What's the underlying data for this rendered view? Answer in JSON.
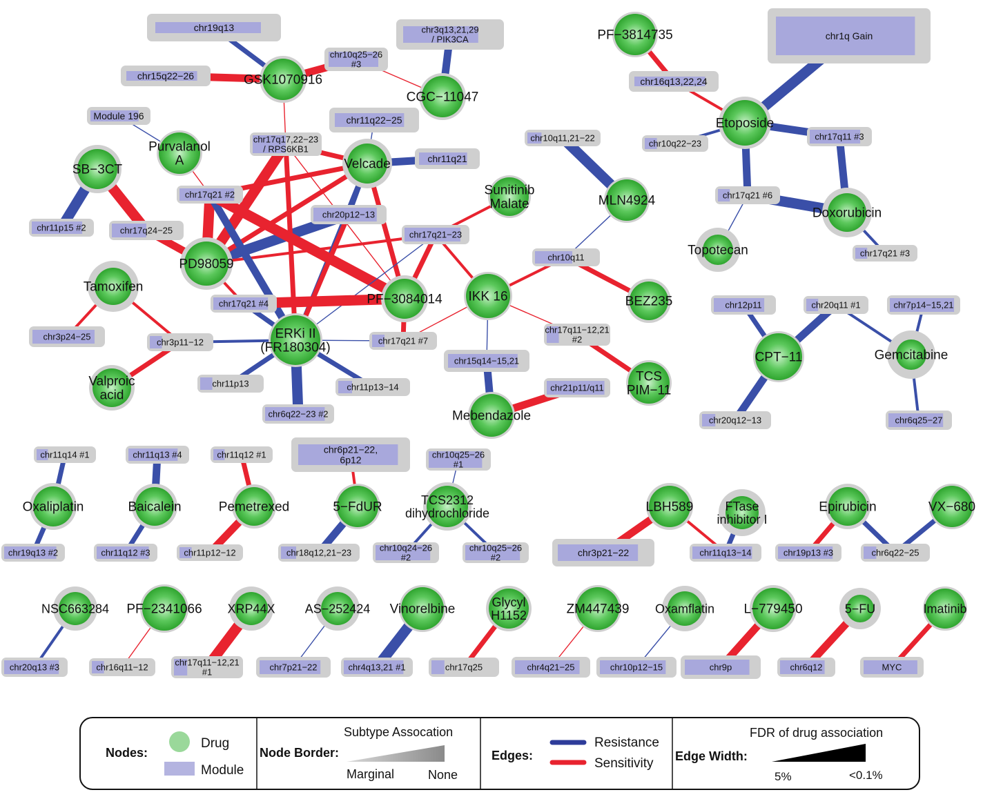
{
  "colors": {
    "resistance": "#3a4fa8",
    "sensitivity": "#e8232f",
    "drug_fill": "#3cb83c",
    "drug_center": "#b4eab4",
    "border": "#cfcfcf",
    "module_fill": "#a8a8dc"
  },
  "drugs": [
    {
      "id": "GSK",
      "lines": [
        "GSK1070916"
      ]
    },
    {
      "id": "CGC",
      "lines": [
        "CGC−11047"
      ]
    },
    {
      "id": "PF38",
      "lines": [
        "PF−3814735"
      ]
    },
    {
      "id": "ETO",
      "lines": [
        "Etoposide"
      ]
    },
    {
      "id": "DOX",
      "lines": [
        "Doxorubicin"
      ]
    },
    {
      "id": "TOPO",
      "lines": [
        "Topotecan"
      ]
    },
    {
      "id": "PURV",
      "lines": [
        "Purvalanol",
        "A"
      ]
    },
    {
      "id": "SB3",
      "lines": [
        "SB−3CT"
      ]
    },
    {
      "id": "VEL",
      "lines": [
        "Velcade"
      ]
    },
    {
      "id": "SUN",
      "lines": [
        "Sunitinib",
        "Malate"
      ]
    },
    {
      "id": "MLN",
      "lines": [
        "MLN4924"
      ]
    },
    {
      "id": "PD98",
      "lines": [
        "PD98059"
      ]
    },
    {
      "id": "TAM",
      "lines": [
        "Tamoxifen"
      ]
    },
    {
      "id": "PF30",
      "lines": [
        "PF−3084014"
      ]
    },
    {
      "id": "IKK",
      "lines": [
        "IKK 16"
      ]
    },
    {
      "id": "BEZ",
      "lines": [
        "BEZ235"
      ]
    },
    {
      "id": "ERK",
      "lines": [
        "ERKi II",
        "(FR180304)"
      ]
    },
    {
      "id": "VAL",
      "lines": [
        "Valproic",
        "acid"
      ]
    },
    {
      "id": "TCSP",
      "lines": [
        "TCS",
        "PIM−11"
      ]
    },
    {
      "id": "MEB",
      "lines": [
        "Mebendazole"
      ]
    },
    {
      "id": "CPT",
      "lines": [
        "CPT−11"
      ]
    },
    {
      "id": "GEM",
      "lines": [
        "Gemcitabine"
      ]
    },
    {
      "id": "OXA",
      "lines": [
        "Oxaliplatin"
      ]
    },
    {
      "id": "BAI",
      "lines": [
        "Baicalein"
      ]
    },
    {
      "id": "PEM",
      "lines": [
        "Pemetrexed"
      ]
    },
    {
      "id": "FDUR",
      "lines": [
        "5−FdUR"
      ]
    },
    {
      "id": "TCS23",
      "lines": [
        "TCS2312",
        "dihydrochloride"
      ]
    },
    {
      "id": "LBH",
      "lines": [
        "LBH589"
      ]
    },
    {
      "id": "FTASE",
      "lines": [
        "FTase",
        "inhibitor I"
      ]
    },
    {
      "id": "EPI",
      "lines": [
        "Epirubicin"
      ]
    },
    {
      "id": "VX",
      "lines": [
        "VX−680"
      ]
    },
    {
      "id": "NSC",
      "lines": [
        "NSC663284"
      ]
    },
    {
      "id": "PF23",
      "lines": [
        "PF−2341066"
      ]
    },
    {
      "id": "XRP",
      "lines": [
        "XRP44X"
      ]
    },
    {
      "id": "AS25",
      "lines": [
        "AS−252424"
      ]
    },
    {
      "id": "VINO",
      "lines": [
        "Vinorelbine"
      ]
    },
    {
      "id": "GLY",
      "lines": [
        "Glycyl",
        "H1152"
      ]
    },
    {
      "id": "ZM",
      "lines": [
        "ZM447439"
      ]
    },
    {
      "id": "OXAM",
      "lines": [
        "Oxamflatin"
      ]
    },
    {
      "id": "L77",
      "lines": [
        "L−779450"
      ]
    },
    {
      "id": "FU5",
      "lines": [
        "5−FU"
      ]
    },
    {
      "id": "IMA",
      "lines": [
        "Imatinib"
      ]
    }
  ],
  "modules": [
    {
      "id": "m19q13",
      "lines": [
        "chr19q13"
      ]
    },
    {
      "id": "m3q13",
      "lines": [
        "chr3q13,21,29",
        "/ PIK3CA"
      ]
    },
    {
      "id": "m1q",
      "lines": [
        "chr1q Gain"
      ]
    },
    {
      "id": "m15q22",
      "lines": [
        "chr15q22−26"
      ]
    },
    {
      "id": "m10q25_3",
      "lines": [
        "chr10q25−26",
        "#3"
      ]
    },
    {
      "id": "m16q13",
      "lines": [
        "chr16q13,22,24"
      ]
    },
    {
      "id": "mMod196",
      "lines": [
        "Module 196"
      ]
    },
    {
      "id": "m11q22",
      "lines": [
        "chr11q22−25"
      ]
    },
    {
      "id": "m10q11_21",
      "lines": [
        "chr10q11,21−22"
      ]
    },
    {
      "id": "m10q22",
      "lines": [
        "chr10q22−23"
      ]
    },
    {
      "id": "m17q11_3",
      "lines": [
        "chr17q11 #3"
      ]
    },
    {
      "id": "m17q17",
      "lines": [
        "chr17q17,22−23",
        "/ RPS6KB1"
      ]
    },
    {
      "id": "m11q21",
      "lines": [
        "chr11q21"
      ]
    },
    {
      "id": "m17q21_2",
      "lines": [
        "chr17q21 #2"
      ]
    },
    {
      "id": "m17q21_6",
      "lines": [
        "chr17q21 #6"
      ]
    },
    {
      "id": "m11p15",
      "lines": [
        "chr11p15 #2"
      ]
    },
    {
      "id": "m17q24",
      "lines": [
        "chr17q24−25"
      ]
    },
    {
      "id": "m20p12",
      "lines": [
        "chr20p12−13"
      ]
    },
    {
      "id": "m17q21_23",
      "lines": [
        "chr17q21−23"
      ]
    },
    {
      "id": "m17q21_3",
      "lines": [
        "chr17q21 #3"
      ]
    },
    {
      "id": "m10q11",
      "lines": [
        "chr10q11"
      ]
    },
    {
      "id": "m17q21_4",
      "lines": [
        "chr17q21 #4"
      ]
    },
    {
      "id": "m12p11",
      "lines": [
        "chr12p11"
      ]
    },
    {
      "id": "m20q11_1",
      "lines": [
        "chr20q11 #1"
      ]
    },
    {
      "id": "m7p14",
      "lines": [
        "chr7p14−15,21"
      ]
    },
    {
      "id": "m3p24",
      "lines": [
        "chr3p24−25"
      ]
    },
    {
      "id": "m3p11",
      "lines": [
        "chr3p11−12"
      ]
    },
    {
      "id": "m17q21_7",
      "lines": [
        "chr17q21 #7"
      ]
    },
    {
      "id": "m17q11_2",
      "lines": [
        "chr17q11−12,21",
        "#2"
      ]
    },
    {
      "id": "m15q14",
      "lines": [
        "chr15q14−15,21"
      ]
    },
    {
      "id": "m11p13",
      "lines": [
        "chr11p13"
      ]
    },
    {
      "id": "m11p13_14",
      "lines": [
        "chr11p13−14"
      ]
    },
    {
      "id": "m21p11",
      "lines": [
        "chr21p11/q11"
      ]
    },
    {
      "id": "m6q22_2",
      "lines": [
        "chr6q22−23 #2"
      ]
    },
    {
      "id": "m20q12",
      "lines": [
        "chr20q12−13"
      ]
    },
    {
      "id": "m6q25",
      "lines": [
        "chr6q25−27"
      ]
    },
    {
      "id": "m11q14_1",
      "lines": [
        "chr11q14 #1"
      ]
    },
    {
      "id": "m11q13_4",
      "lines": [
        "chr11q13 #4"
      ]
    },
    {
      "id": "m11q12_1",
      "lines": [
        "chr11q12 #1"
      ]
    },
    {
      "id": "m6p21",
      "lines": [
        "chr6p21−22,",
        "6p12"
      ]
    },
    {
      "id": "m10q25_1",
      "lines": [
        "chr10q25−26",
        "#1"
      ]
    },
    {
      "id": "m19q13_2",
      "lines": [
        "chr19q13 #2"
      ]
    },
    {
      "id": "m11q12_3",
      "lines": [
        "chr11q12 #3"
      ]
    },
    {
      "id": "m11p12",
      "lines": [
        "chr11p12−12"
      ]
    },
    {
      "id": "m18q12",
      "lines": [
        "chr18q12,21−23"
      ]
    },
    {
      "id": "m10q24",
      "lines": [
        "chr10q24−26",
        "#2"
      ]
    },
    {
      "id": "m10q25_2",
      "lines": [
        "chr10q25−26",
        "#2"
      ]
    },
    {
      "id": "m3p21",
      "lines": [
        "chr3p21−22"
      ]
    },
    {
      "id": "m11q13_14",
      "lines": [
        "chr11q13−14"
      ]
    },
    {
      "id": "m19p13",
      "lines": [
        "chr19p13 #3"
      ]
    },
    {
      "id": "m6q22_25",
      "lines": [
        "chr6q22−25"
      ]
    },
    {
      "id": "m20q13_3",
      "lines": [
        "chr20q13 #3"
      ]
    },
    {
      "id": "m16q11",
      "lines": [
        "chr16q11−12"
      ]
    },
    {
      "id": "m17q11_1",
      "lines": [
        "chr17q11−12,21",
        "#1"
      ]
    },
    {
      "id": "m7p21",
      "lines": [
        "chr7p21−22"
      ]
    },
    {
      "id": "m4q13",
      "lines": [
        "chr4q13,21 #1"
      ]
    },
    {
      "id": "m17q25",
      "lines": [
        "chr17q25"
      ]
    },
    {
      "id": "m4q21",
      "lines": [
        "chr4q21−25"
      ]
    },
    {
      "id": "m10p12",
      "lines": [
        "chr10p12−15"
      ]
    },
    {
      "id": "m9p",
      "lines": [
        "chr9p"
      ]
    },
    {
      "id": "m6q12",
      "lines": [
        "chr6q12"
      ]
    },
    {
      "id": "mMYC",
      "lines": [
        "MYC"
      ]
    }
  ],
  "edges": [
    [
      "GSK",
      "m19q13",
      "R",
      3
    ],
    [
      "GSK",
      "m15q22",
      "S",
      4
    ],
    [
      "GSK",
      "m10q25_3",
      "S",
      4
    ],
    [
      "GSK",
      "m17q17",
      "S",
      1
    ],
    [
      "CGC",
      "m10q25_3",
      "S",
      1
    ],
    [
      "CGC",
      "m3q13",
      "R",
      4
    ],
    [
      "PF38",
      "m16q13",
      "S",
      3
    ],
    [
      "ETO",
      "m16q13",
      "S",
      2
    ],
    [
      "ETO",
      "m1q",
      "R",
      5
    ],
    [
      "ETO",
      "m10q22",
      "R",
      2
    ],
    [
      "ETO",
      "m17q11_3",
      "R",
      4
    ],
    [
      "ETO",
      "m17q21_6",
      "R",
      4
    ],
    [
      "DOX",
      "m17q11_3",
      "R",
      4
    ],
    [
      "DOX",
      "m17q21_6",
      "R",
      5
    ],
    [
      "DOX",
      "m17q21_3",
      "R",
      2
    ],
    [
      "TOPO",
      "m17q21_6",
      "R",
      1
    ],
    [
      "PURV",
      "mMod196",
      "R",
      1
    ],
    [
      "PURV",
      "m17q21_2",
      "S",
      1
    ],
    [
      "SB3",
      "m11p15",
      "R",
      5
    ],
    [
      "SB3",
      "m17q24",
      "S",
      5
    ],
    [
      "PD98",
      "m17q24",
      "S",
      4
    ],
    [
      "PD98",
      "m17q21_2",
      "S",
      5
    ],
    [
      "PD98",
      "m20p12",
      "R",
      5
    ],
    [
      "PD98",
      "m17q21_23",
      "S",
      2
    ],
    [
      "PD98",
      "m17q21_4",
      "S",
      2
    ],
    [
      "PD98",
      "m17q17",
      "S",
      5
    ],
    [
      "PD98",
      "VEL",
      "S",
      3
    ],
    [
      "VEL",
      "m11q22",
      "R",
      1
    ],
    [
      "VEL",
      "m11q21",
      "R",
      4
    ],
    [
      "VEL",
      "m17q17",
      "S",
      3
    ],
    [
      "VEL",
      "m20p12",
      "R",
      3
    ],
    [
      "VEL",
      "m17q21_2",
      "S",
      3
    ],
    [
      "VEL",
      "PF30",
      "S",
      3
    ],
    [
      "VEL",
      "ERK",
      "R",
      3
    ],
    [
      "m17q17",
      "PF30",
      "S",
      1
    ],
    [
      "m17q17",
      "ERK",
      "S",
      3
    ],
    [
      "m17q21_2",
      "ERK",
      "R",
      4
    ],
    [
      "m17q21_2",
      "PF30",
      "S",
      5
    ],
    [
      "m20p12",
      "ERK",
      "S",
      3
    ],
    [
      "m17q21_23",
      "SUN",
      "S",
      2
    ],
    [
      "m17q21_23",
      "PF30",
      "S",
      3
    ],
    [
      "m17q21_23",
      "IKK",
      "S",
      2
    ],
    [
      "m17q21_23",
      "ERK",
      "R",
      1
    ],
    [
      "m17q21_4",
      "PF30",
      "S",
      5
    ],
    [
      "m17q21_4",
      "ERK",
      "R",
      3
    ],
    [
      "m17q21_7",
      "PF30",
      "S",
      3
    ],
    [
      "m17q21_7",
      "IKK",
      "S",
      1
    ],
    [
      "m17q21_7",
      "ERK",
      "R",
      1
    ],
    [
      "MLN",
      "m10q11_21",
      "R",
      5
    ],
    [
      "MLN",
      "m10q11",
      "R",
      1
    ],
    [
      "m10q11",
      "IKK",
      "S",
      2
    ],
    [
      "m10q11",
      "BEZ",
      "S",
      3
    ],
    [
      "IKK",
      "m17q11_2",
      "S",
      1
    ],
    [
      "IKK",
      "m15q14",
      "R",
      1
    ],
    [
      "TCSP",
      "m17q11_2",
      "S",
      3
    ],
    [
      "TAM",
      "m3p24",
      "S",
      2
    ],
    [
      "TAM",
      "m3p11",
      "S",
      2
    ],
    [
      "VAL",
      "m3p11",
      "S",
      3
    ],
    [
      "ERK",
      "m3p11",
      "R",
      2
    ],
    [
      "ERK",
      "m11p13",
      "R",
      3
    ],
    [
      "ERK",
      "m11p13_14",
      "R",
      3
    ],
    [
      "ERK",
      "m6q22_2",
      "R",
      5
    ],
    [
      "MEB",
      "m15q14",
      "R",
      4
    ],
    [
      "MEB",
      "m21p11",
      "S",
      4
    ],
    [
      "CPT",
      "m12p11",
      "R",
      3
    ],
    [
      "CPT",
      "m20q11_1",
      "R",
      4
    ],
    [
      "CPT",
      "m20q12",
      "R",
      4
    ],
    [
      "GEM",
      "m20q11_1",
      "R",
      2
    ],
    [
      "GEM",
      "m7p14",
      "R",
      2
    ],
    [
      "GEM",
      "m6q25",
      "R",
      2
    ],
    [
      "OXA",
      "m11q14_1",
      "R",
      3
    ],
    [
      "OXA",
      "m19q13_2",
      "R",
      3
    ],
    [
      "BAI",
      "m11q13_4",
      "R",
      4
    ],
    [
      "BAI",
      "m11q12_3",
      "R",
      3
    ],
    [
      "PEM",
      "m11q12_1",
      "S",
      3
    ],
    [
      "PEM",
      "m11p12",
      "S",
      4
    ],
    [
      "FDUR",
      "m6p21",
      "S",
      2
    ],
    [
      "FDUR",
      "m18q12",
      "R",
      4
    ],
    [
      "TCS23",
      "m10q25_1",
      "R",
      1
    ],
    [
      "TCS23",
      "m10q24",
      "R",
      2
    ],
    [
      "TCS23",
      "m10q25_2",
      "R",
      2
    ],
    [
      "LBH",
      "m3p21",
      "S",
      4
    ],
    [
      "LBH",
      "m11q13_14",
      "S",
      2
    ],
    [
      "FTASE",
      "m11q13_14",
      "R",
      3
    ],
    [
      "EPI",
      "m19p13",
      "S",
      3
    ],
    [
      "EPI",
      "m6q22_25",
      "R",
      3
    ],
    [
      "VX",
      "m6q22_25",
      "R",
      3
    ],
    [
      "NSC",
      "m20q13_3",
      "R",
      2
    ],
    [
      "PF23",
      "m16q11",
      "S",
      1
    ],
    [
      "XRP",
      "m17q11_1",
      "S",
      5
    ],
    [
      "AS25",
      "m7p21",
      "R",
      1
    ],
    [
      "VINO",
      "m4q13",
      "R",
      5
    ],
    [
      "GLY",
      "m17q25",
      "S",
      3
    ],
    [
      "ZM",
      "m4q21",
      "S",
      1
    ],
    [
      "OXAM",
      "m10p12",
      "R",
      1
    ],
    [
      "L77",
      "m9p",
      "S",
      4
    ],
    [
      "FU5",
      "m6q12",
      "S",
      4
    ],
    [
      "IMA",
      "mMYC",
      "S",
      3
    ]
  ],
  "legend": {
    "nodes_title": "Nodes:",
    "drug": "Drug",
    "module": "Module",
    "node_border_title": "Node Border:",
    "subtype_assoc": "Subtype Assocation",
    "marginal": "Marginal",
    "none": "None",
    "edges_title": "Edges:",
    "resistance": "Resistance",
    "sensitivity": "Sensitivity",
    "fdr_title": "FDR of drug association",
    "edge_width_title": "Edge Width:",
    "fdr_low": "5%",
    "fdr_high": "<0.1%"
  }
}
